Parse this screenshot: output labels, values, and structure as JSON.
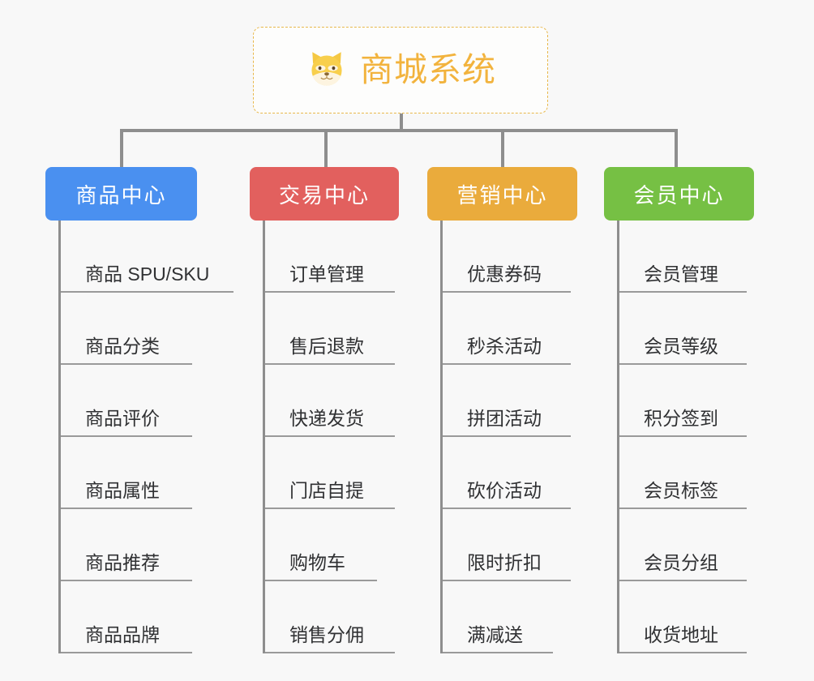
{
  "page": {
    "background_color": "#f8f8f8",
    "title": "商城系统"
  },
  "root": {
    "label": "商城系统",
    "icon": "shiba-dog-face-icon",
    "text_color": "#f2b33d",
    "border_color": "#e8b84b",
    "border_style": "dashed"
  },
  "connector_color": "#8e8e8e",
  "columns": [
    {
      "id": "product-center",
      "label": "商品中心",
      "color": "#4a90f0",
      "items": [
        {
          "label": "商品 SPU/SKU"
        },
        {
          "label": "商品分类"
        },
        {
          "label": "商品评价"
        },
        {
          "label": "商品属性"
        },
        {
          "label": "商品推荐"
        },
        {
          "label": "商品品牌"
        }
      ]
    },
    {
      "id": "trade-center",
      "label": "交易中心",
      "color": "#e2605e",
      "items": [
        {
          "label": "订单管理"
        },
        {
          "label": "售后退款"
        },
        {
          "label": "快递发货"
        },
        {
          "label": "门店自提"
        },
        {
          "label": "购物车"
        },
        {
          "label": "销售分佣"
        }
      ]
    },
    {
      "id": "marketing-center",
      "label": "营销中心",
      "color": "#eaab3c",
      "items": [
        {
          "label": "优惠券码"
        },
        {
          "label": "秒杀活动"
        },
        {
          "label": "拼团活动"
        },
        {
          "label": "砍价活动"
        },
        {
          "label": "限时折扣"
        },
        {
          "label": "满减送"
        }
      ]
    },
    {
      "id": "member-center",
      "label": "会员中心",
      "color": "#76c044",
      "items": [
        {
          "label": "会员管理"
        },
        {
          "label": "会员等级"
        },
        {
          "label": "积分签到"
        },
        {
          "label": "会员标签"
        },
        {
          "label": "会员分组"
        },
        {
          "label": "收货地址"
        }
      ]
    }
  ]
}
